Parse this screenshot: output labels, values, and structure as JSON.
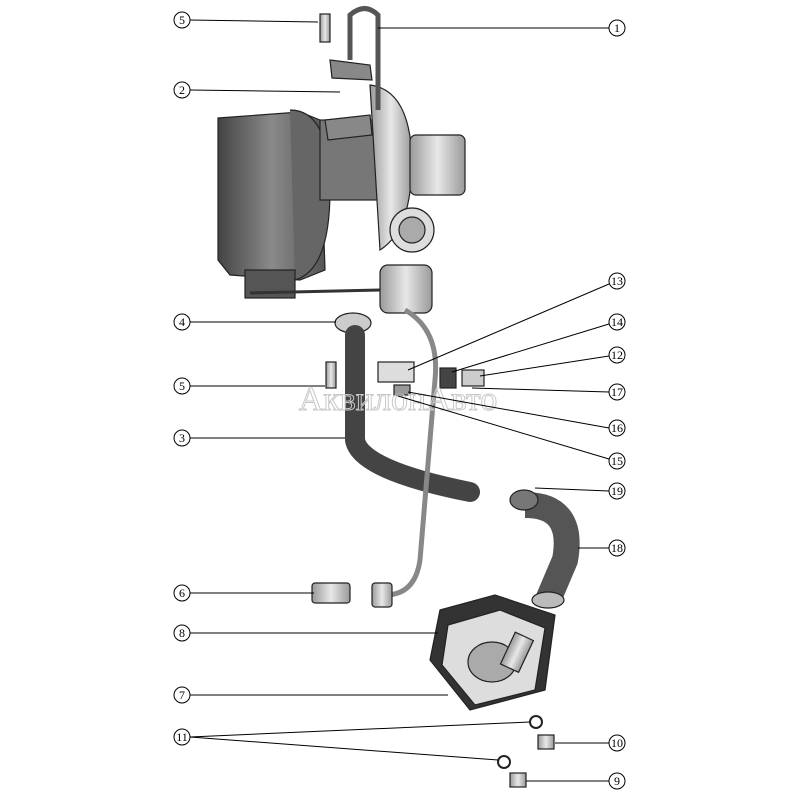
{
  "watermark": "АквилонАвто",
  "callouts": [
    {
      "id": "c1",
      "label": "1"
    },
    {
      "id": "c2",
      "label": "2"
    },
    {
      "id": "c5a",
      "label": "5"
    },
    {
      "id": "c4",
      "label": "4"
    },
    {
      "id": "c5b",
      "label": "5"
    },
    {
      "id": "c3",
      "label": "3"
    },
    {
      "id": "c13",
      "label": "13"
    },
    {
      "id": "c14",
      "label": "14"
    },
    {
      "id": "c12",
      "label": "12"
    },
    {
      "id": "c17",
      "label": "17"
    },
    {
      "id": "c16",
      "label": "16"
    },
    {
      "id": "c15",
      "label": "15"
    },
    {
      "id": "c19",
      "label": "19"
    },
    {
      "id": "c18",
      "label": "18"
    },
    {
      "id": "c6",
      "label": "6"
    },
    {
      "id": "c8",
      "label": "8"
    },
    {
      "id": "c7",
      "label": "7"
    },
    {
      "id": "c11",
      "label": "11"
    },
    {
      "id": "c10",
      "label": "10"
    },
    {
      "id": "c9",
      "label": "9"
    }
  ]
}
